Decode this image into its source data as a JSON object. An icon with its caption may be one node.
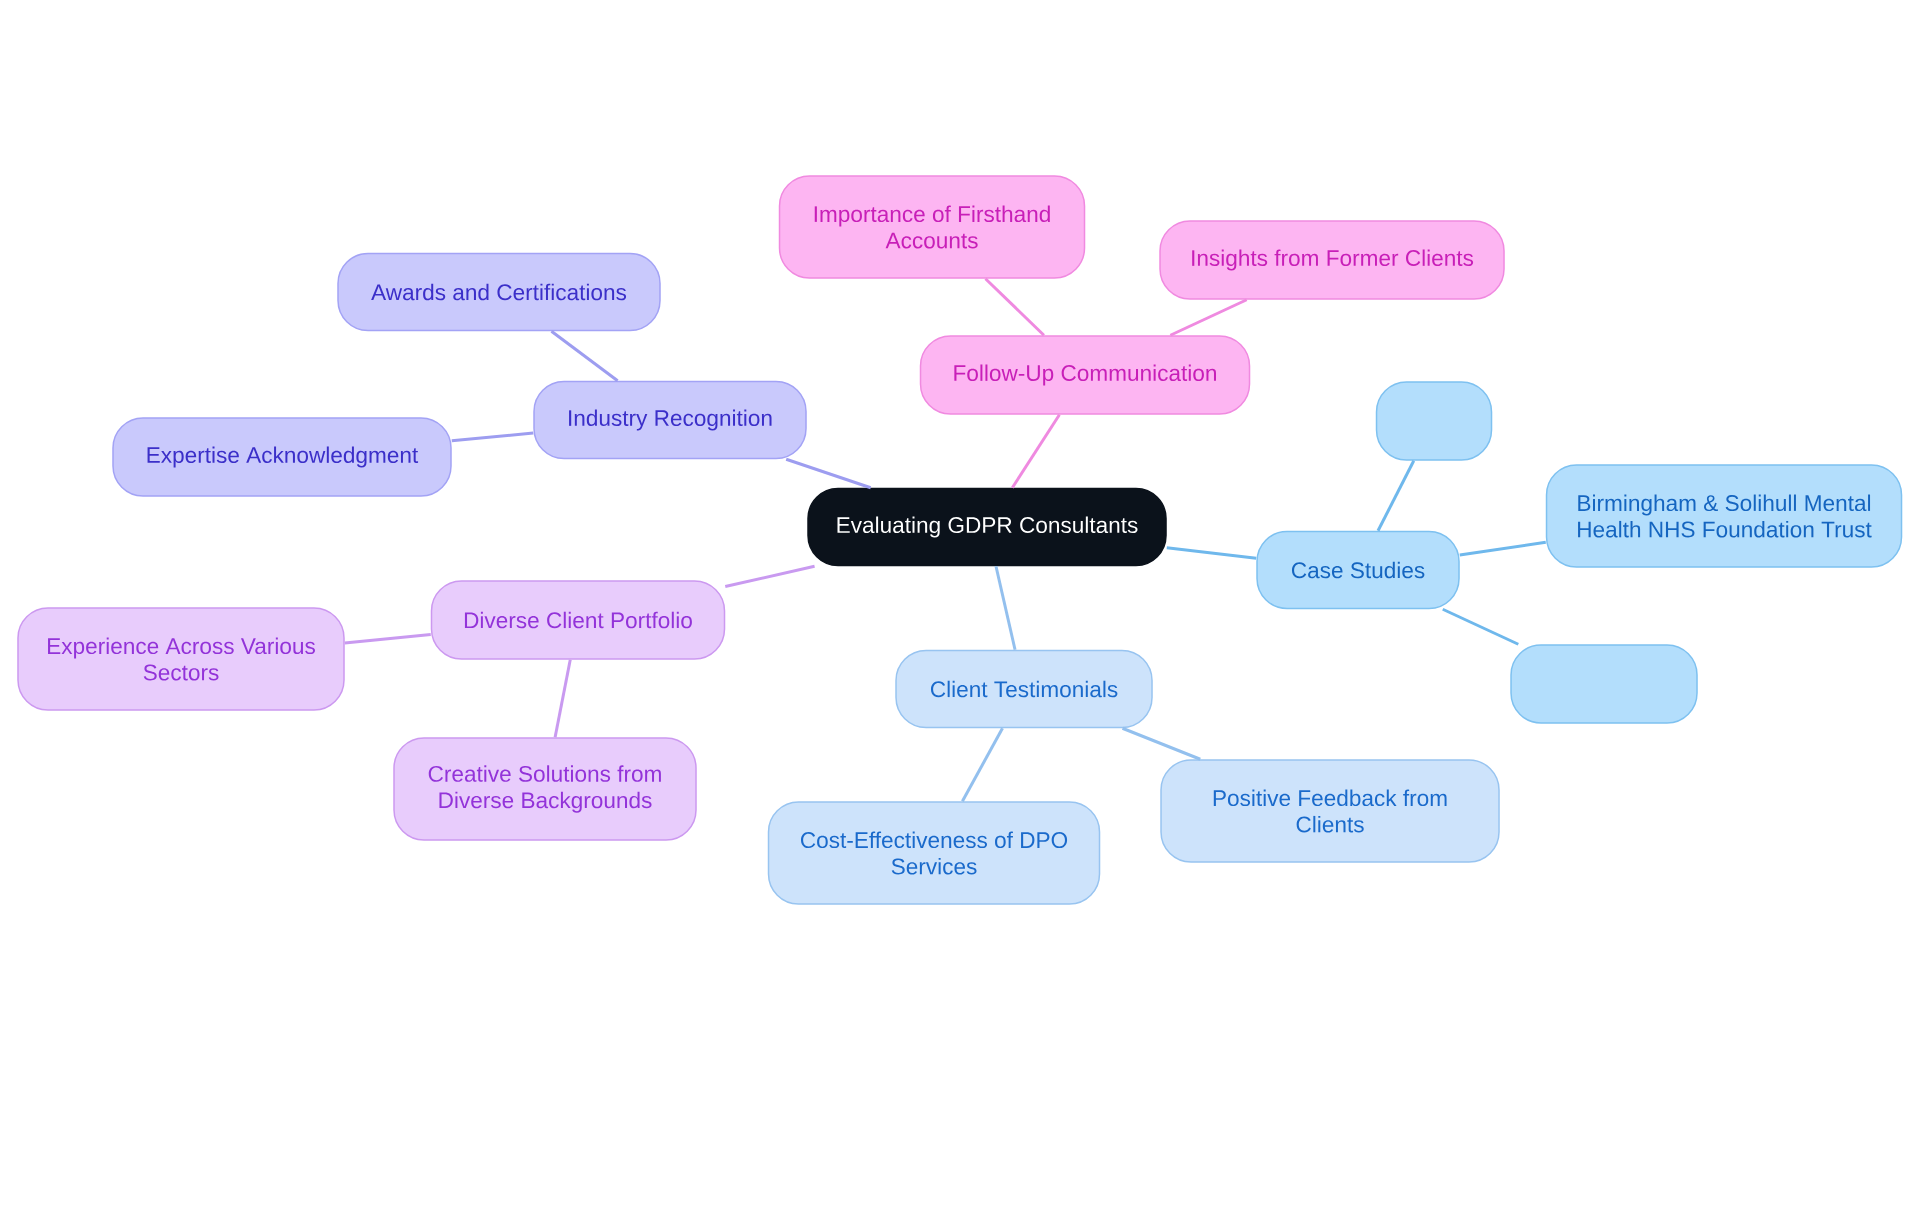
{
  "diagram": {
    "nodes": [
      {
        "text": [
          "Evaluating GDPR Consultants"
        ]
      },
      {
        "text": [
          "Industry Recognition"
        ]
      },
      {
        "text": [
          "Awards and Certifications"
        ]
      },
      {
        "text": [
          "Expertise Acknowledgment"
        ]
      },
      {
        "text": [
          "Diverse Client Portfolio"
        ]
      },
      {
        "text": [
          "Experience Across Various Sectors"
        ]
      },
      {
        "text": [
          "Creative Solutions from Diverse Backgrounds"
        ]
      },
      {
        "text": [
          "Follow-Up Communication"
        ]
      },
      {
        "text": [
          "Importance of Firsthand Accounts"
        ]
      },
      {
        "text": [
          "Insights from Former Clients"
        ]
      },
      {
        "text": [
          "Case Studies"
        ]
      },
      {
        "text": [],
        "shape": "box"
      },
      {
        "text": [
          "Birmingham & Solihull Mental Health NHS Foundation Trust"
        ]
      },
      {
        "text": [],
        "shape": "box"
      },
      {
        "text": [
          "Client Testimonials"
        ]
      },
      {
        "text": [
          "Cost-Effectiveness of DPO Services"
        ]
      },
      {
        "text": [
          "Positive Feedback from Clients"
        ]
      }
    ],
    "edges": [
      {
        "from": 0,
        "to": 1,
        "arrow": "none",
        "color": "#9d9df0"
      },
      {
        "from": 1,
        "to": 2,
        "arrow": "none",
        "color": "#9d9df0"
      },
      {
        "from": 1,
        "to": 3,
        "arrow": "none",
        "color": "#9d9df0"
      },
      {
        "from": 0,
        "to": 4,
        "arrow": "none",
        "color": "#c99af0"
      },
      {
        "from": 4,
        "to": 5,
        "arrow": "none",
        "color": "#c99af0"
      },
      {
        "from": 4,
        "to": 6,
        "arrow": "none",
        "color": "#c99af0"
      },
      {
        "from": 0,
        "to": 7,
        "arrow": "none",
        "color": "#ef8ae0"
      },
      {
        "from": 7,
        "to": 8,
        "arrow": "none",
        "color": "#ef8ae0"
      },
      {
        "from": 7,
        "to": 9,
        "arrow": "none",
        "color": "#ef8ae0"
      },
      {
        "from": 0,
        "to": 10,
        "arrow": "none",
        "color": "#6fb8ec"
      },
      {
        "from": 10,
        "to": 11,
        "arrow": "none",
        "color": "#6fb8ec"
      },
      {
        "from": 10,
        "to": 12,
        "arrow": "none",
        "color": "#6fb8ec"
      },
      {
        "from": 10,
        "to": 13,
        "arrow": "none",
        "color": "#6fb8ec"
      },
      {
        "from": 0,
        "to": 14,
        "arrow": "none",
        "color": "#93c0ee"
      },
      {
        "from": 14,
        "to": 15,
        "arrow": "none",
        "color": "#93c0ee"
      },
      {
        "from": 14,
        "to": 16,
        "arrow": "none",
        "color": "#93c0ee"
      }
    ]
  }
}
